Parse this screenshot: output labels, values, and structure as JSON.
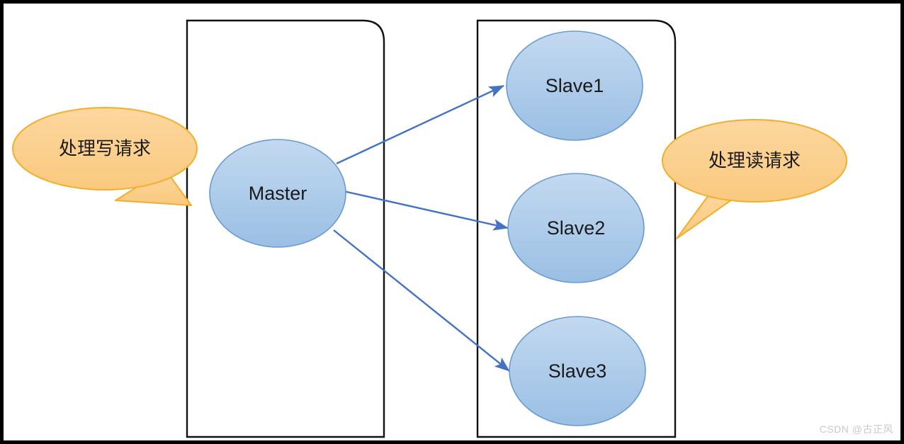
{
  "diagram": {
    "title": "Master-Slave read/write splitting diagram",
    "colors": {
      "node_fill_top": "#BCD5EE",
      "node_fill_bottom": "#9CC0E4",
      "node_stroke": "#6A9BD1",
      "arrow": "#4472C4",
      "callout_fill": "#FBD08F",
      "callout_stroke": "#F2AF2B",
      "container_stroke": "#000000",
      "frame": "#000000",
      "watermark": "#c9c9c9"
    },
    "containers": [
      {
        "id": "master-group",
        "label": ""
      },
      {
        "id": "slave-group",
        "label": ""
      }
    ],
    "nodes": [
      {
        "id": "master",
        "label": "Master"
      },
      {
        "id": "slave1",
        "label": "Slave1"
      },
      {
        "id": "slave2",
        "label": "Slave2"
      },
      {
        "id": "slave3",
        "label": "Slave3"
      }
    ],
    "callouts": [
      {
        "id": "write-callout",
        "label": "处理写请求"
      },
      {
        "id": "read-callout",
        "label": "处理读请求"
      }
    ],
    "edges": [
      {
        "from": "master",
        "to": "slave1",
        "label": ""
      },
      {
        "from": "master",
        "to": "slave2",
        "label": ""
      },
      {
        "from": "master",
        "to": "slave3",
        "label": ""
      }
    ],
    "watermark": "CSDN @古正风"
  }
}
